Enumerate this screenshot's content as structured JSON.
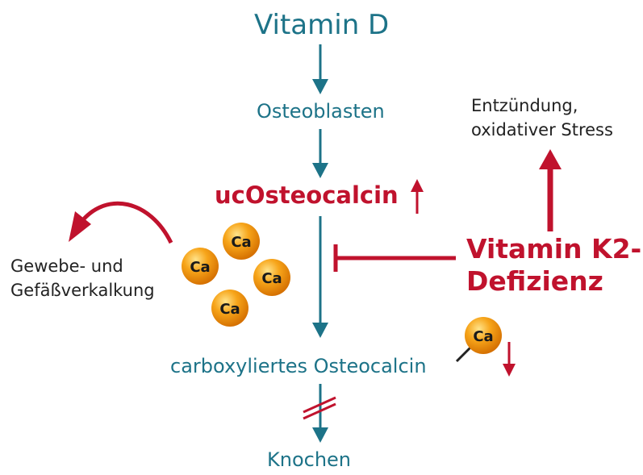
{
  "nodes": {
    "vitamin_d": "Vitamin D",
    "osteoblasten": "Osteoblasten",
    "uc_osteocalcin": "ucOsteocalcin",
    "vitamin_k2_line1": "Vitamin K2-",
    "vitamin_k2_line2": "Defizienz",
    "entzuendung_line1": "Entzündung,",
    "entzuendung_line2": "oxidativer Stress",
    "gewebe_line1": "Gewebe- und",
    "gewebe_line2": "Gefäßverkalkung",
    "carboxyliertes": "carboxyliertes Osteocalcin",
    "knochen": "Knochen"
  },
  "calcium": {
    "label": "Ca"
  },
  "colors": {
    "teal": "#1d7388",
    "red": "#c0122d",
    "orange": "#f39a12"
  }
}
